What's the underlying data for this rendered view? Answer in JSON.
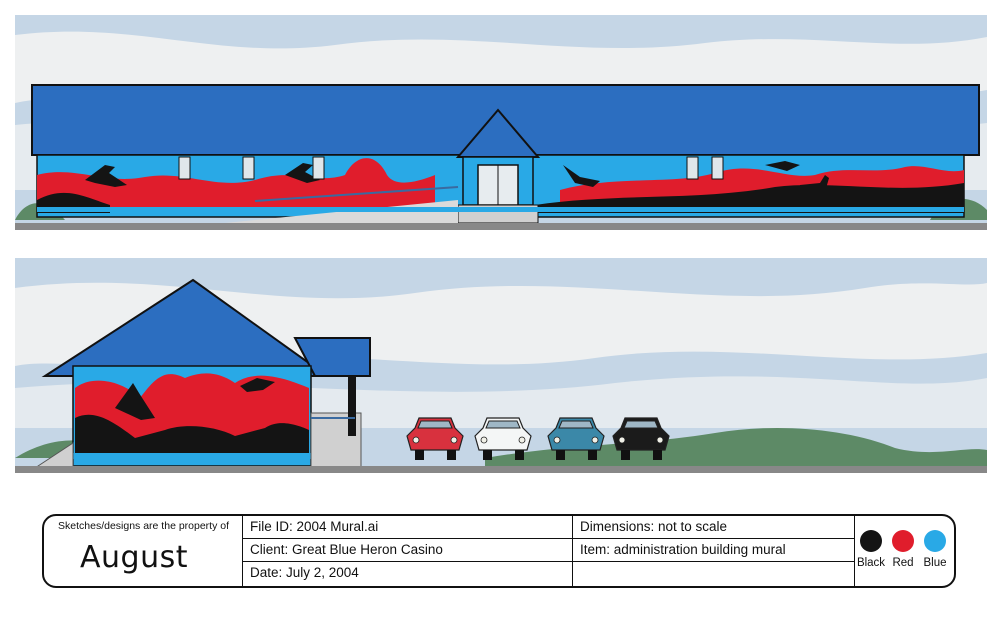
{
  "colors": {
    "sky": "#c5d6e6",
    "cloud": "#eef0f1",
    "hill": "#5d8a66",
    "roof": "#2c6ec0",
    "mural_blue": "#29a9e6",
    "mural_red": "#e01d2c",
    "mural_black": "#141414",
    "ground": "#888888"
  },
  "scenes": {
    "front_elevation": {
      "subject": "administration-building-front"
    },
    "side_elevation": {
      "subject": "administration-building-side",
      "cars": [
        {
          "color": "#d8313e"
        },
        {
          "color": "#f4f6f6"
        },
        {
          "color": "#3b88a8"
        },
        {
          "color": "#1b1b1b"
        }
      ]
    }
  },
  "title_block": {
    "ownership_note": "Sketches/designs are the property of",
    "owner": "August",
    "file_id": "File ID: 2004 Mural.ai",
    "client": "Client: Great Blue Heron Casino",
    "date": "Date: July 2, 2004",
    "dimensions": "Dimensions: not to scale",
    "item": "Item: administration building mural",
    "right_empty": "",
    "palette": [
      {
        "label": "Black",
        "color": "#141414"
      },
      {
        "label": "Red",
        "color": "#e01d2c"
      },
      {
        "label": "Blue",
        "color": "#29a9e6"
      }
    ]
  }
}
